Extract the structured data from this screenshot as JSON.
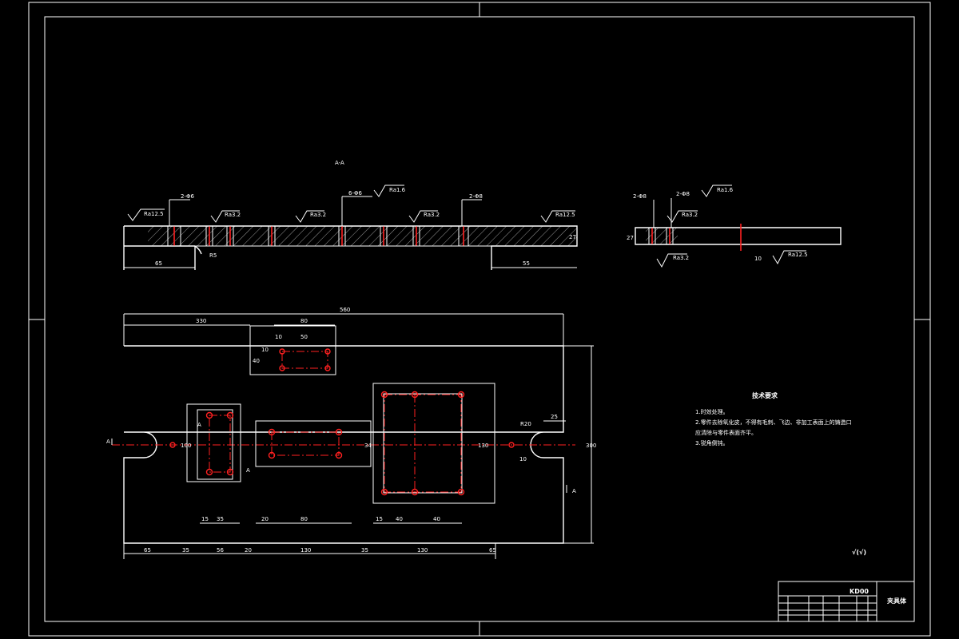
{
  "section_label": "A-A",
  "section_left": {
    "callouts": [
      "2-Φ6",
      "6-Φ6",
      "2-Φ8"
    ],
    "roughness": [
      "Ra12.5",
      "Ra3.2",
      "Ra1.6",
      "Ra3.2",
      "Ra3.2",
      "Ra12.5"
    ],
    "dims": [
      "65",
      "55",
      "27",
      "R5"
    ]
  },
  "section_right": {
    "callouts": [
      "2-Φ8",
      "2-Φ8"
    ],
    "roughness": [
      "Ra1.6",
      "Ra3.2",
      "Ra3.2",
      "Ra12.5"
    ],
    "dims": [
      "27",
      "10"
    ]
  },
  "plan": {
    "overall_dims": [
      "560",
      "330",
      "80",
      "10",
      "50",
      "10",
      "40"
    ],
    "side_dims": [
      "300",
      "100",
      "130",
      "34"
    ],
    "bottom_chain": [
      "65",
      "35",
      "56",
      "20",
      "130",
      "35",
      "130",
      "65"
    ],
    "inner_dims": [
      "15",
      "35",
      "20",
      "80",
      "15",
      "40",
      "40"
    ],
    "right_dims": [
      "R20",
      "25",
      "10"
    ],
    "section_marks": [
      "A",
      "A",
      "A",
      "A"
    ]
  },
  "notes": {
    "title": "技术要求",
    "items": [
      "1.时效处理。",
      "2.零件去除氧化皮，不得有毛刺、飞边、非加工表面上的铸造口",
      "应清除与零件表面齐平。",
      "3.锐角倒钝。"
    ]
  },
  "roughness_rest": "√(√)",
  "title_block": {
    "code": "KD00",
    "name": "夹具体"
  }
}
